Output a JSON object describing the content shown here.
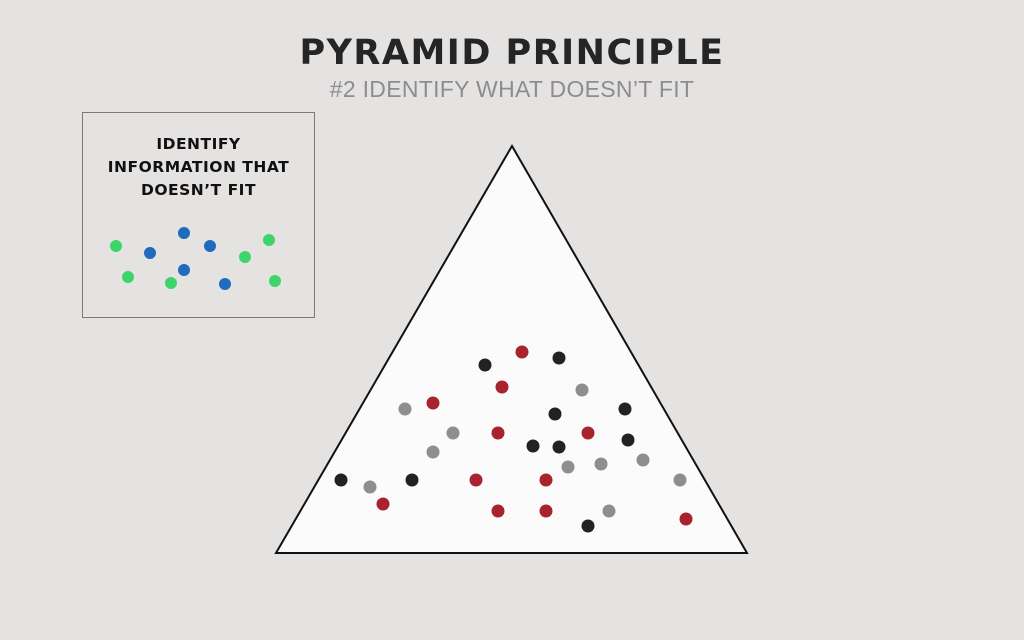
{
  "header": {
    "title": "PYRAMID PRINCIPLE",
    "subtitle": "#2 IDENTIFY WHAT DOESN’T FIT"
  },
  "legend_box": {
    "lines": [
      "IDENTIFY",
      "INFORMATION THAT",
      "DOESN’T FIT"
    ]
  },
  "colors": {
    "background": "#e5e2e2",
    "green": "#3dd56a",
    "blue": "#1f6bbd",
    "red": "#a8232e",
    "black": "#222222",
    "gray": "#8e8e8e"
  }
}
